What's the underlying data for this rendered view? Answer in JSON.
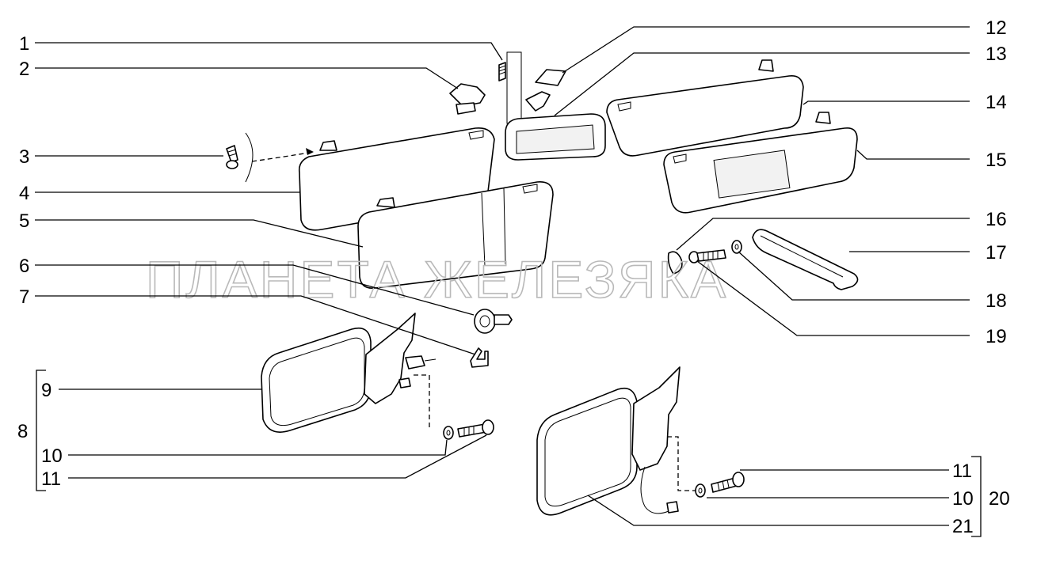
{
  "watermark": "ПЛАНЕТА ЖЕЛЕЗЯКА",
  "callouts": {
    "c1": "1",
    "c2": "2",
    "c3": "3",
    "c4": "4",
    "c5": "5",
    "c6": "6",
    "c7": "7",
    "c8": "8",
    "c9": "9",
    "c10a": "10",
    "c11a": "11",
    "c12": "12",
    "c13": "13",
    "c14": "14",
    "c15": "15",
    "c16": "16",
    "c17": "17",
    "c18": "18",
    "c19": "19",
    "c11b": "11",
    "c10b": "10",
    "c20": "20",
    "c21": "21"
  }
}
